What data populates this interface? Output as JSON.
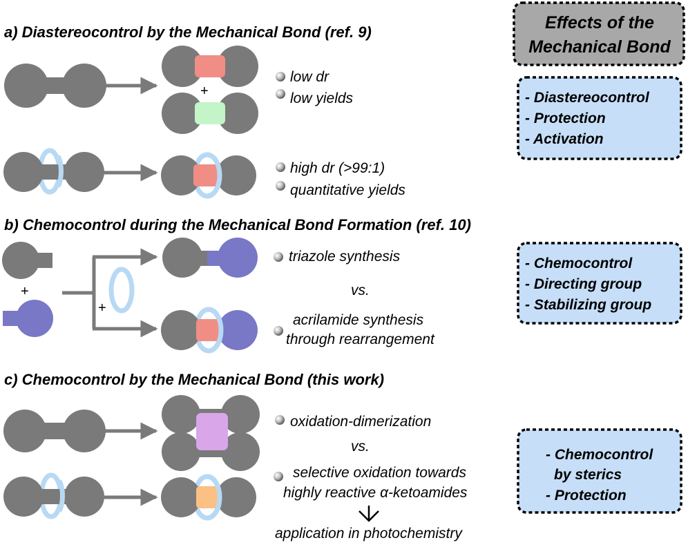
{
  "colors": {
    "grey": "#7a7a7a",
    "pink": "#f08e86",
    "green": "#c4f5c8",
    "ring": "#b8d9f3",
    "purple": "#7878c6",
    "lilac": "#d9a6ea",
    "orange": "#fbc083",
    "box_blue": "#c6def7",
    "box_grey": "#a8a8a8"
  },
  "panel_a": {
    "heading": "a) Diastereocontrol by the Mechanical Bond (ref. 9)",
    "plus": "+",
    "notes_top": [
      "low dr",
      "low yields"
    ],
    "notes_bottom": [
      "high dr (>99:1)",
      "quantitative yields"
    ]
  },
  "panel_b": {
    "heading": "b) Chemocontrol during the Mechanical Bond Formation (ref. 10)",
    "plus_left": "+",
    "plus_ring": "+",
    "note_top": "triazole synthesis",
    "vs": "vs.",
    "note_bottom": [
      "acrilamide synthesis",
      "through rearrangement"
    ]
  },
  "panel_c": {
    "heading": "c) Chemocontrol by the Mechanical Bond (this work)",
    "note_top": "oxidation-dimerization",
    "vs": "vs.",
    "note_bottom": [
      "selective oxidation towards",
      "highly reactive α-ketoamides"
    ],
    "application": "application in photochemistry"
  },
  "side": {
    "title": [
      "Effects of the",
      "Mechanical Bond"
    ],
    "box_a": [
      "- Diastereocontrol",
      "- Protection",
      "- Activation"
    ],
    "box_b": [
      "- Chemocontrol",
      "- Directing group",
      "- Stabilizing group"
    ],
    "box_c": [
      "- Chemocontrol",
      "by sterics",
      "- Protection"
    ]
  }
}
